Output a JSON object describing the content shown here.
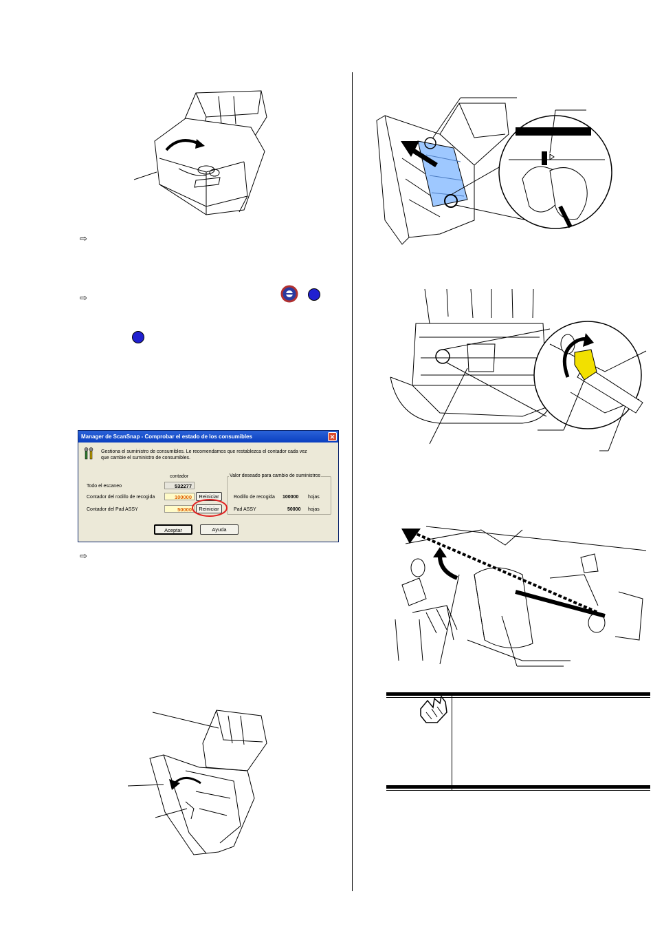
{
  "dialog": {
    "title": "Manager de ScanSnap - Comprobar el estado de los consumibles",
    "close_glyph": "✕",
    "message_line1": "Gestiona el suministro de consumibles. Le recomendamos que restablezca el contador cada vez",
    "message_line2": "que cambie el suministro de consumibles.",
    "counter_header": "contador",
    "group_title": "Valor deseado para cambio de suministros",
    "rows": [
      {
        "label": "Todo el escaneo",
        "value": "532277"
      },
      {
        "label": "Contador del rodillo de recogida",
        "value": "100000",
        "reset": "Reiniciar"
      },
      {
        "label": "Contador del Pad ASSY",
        "value": "50000",
        "reset": "Reiniciar"
      }
    ],
    "targets": [
      {
        "label": "Rodillo de recogida",
        "value": "100000",
        "unit": "hojas"
      },
      {
        "label": "Pad ASSY",
        "value": "50000",
        "unit": "hojas"
      }
    ],
    "ok_label": "Aceptar",
    "help_label": "Ayuda"
  },
  "bullets": [
    "⇨",
    "⇨",
    "⇨"
  ],
  "colors": {
    "dialog_title": "#0a3fc0",
    "highlight_circle": "#e02020",
    "blue_dot": "#2020d0",
    "roller_yellow": "#f2e000"
  }
}
